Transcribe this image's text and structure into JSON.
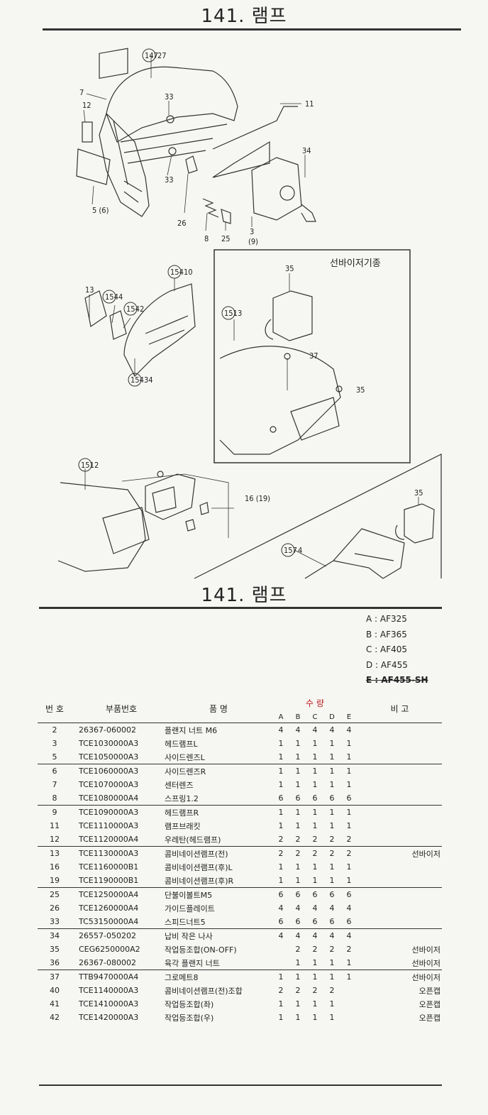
{
  "page": {
    "title": "141. 램프",
    "section_title": "141. 램프"
  },
  "diagram": {
    "inset_label": "선바이저기종",
    "callouts": [
      "147",
      "27",
      "7",
      "12",
      "33",
      "33",
      "11",
      "34",
      "5 (6)",
      "26",
      "8",
      "25",
      "3",
      "(9)",
      "13",
      "154",
      "4",
      "154",
      "2",
      "154",
      "10",
      "154",
      "34",
      "35",
      "151",
      "3",
      "37",
      "35",
      "151",
      "2",
      "16 (19)",
      "35",
      "157",
      "4"
    ]
  },
  "legend": [
    "A : AF325",
    "B : AF365",
    "C : AF405",
    "D : AF455",
    "E : AF455-SH"
  ],
  "table": {
    "headers": {
      "no": "번 호",
      "part_no": "부품번호",
      "name": "품 명",
      "qty": "수 량",
      "remark": "비 고"
    },
    "qty_cols": [
      "A",
      "B",
      "C",
      "D",
      "E"
    ],
    "rows": [
      {
        "no": "2",
        "pn": "26367-060002",
        "name": "플랜지 너트 M6",
        "q": [
          "4",
          "4",
          "4",
          "4",
          "4"
        ],
        "remark": "",
        "grp": true
      },
      {
        "no": "3",
        "pn": "TCE1030000A3",
        "name": "헤드램프L",
        "q": [
          "1",
          "1",
          "1",
          "1",
          "1"
        ],
        "remark": ""
      },
      {
        "no": "5",
        "pn": "TCE1050000A3",
        "name": "사이드렌즈L",
        "q": [
          "1",
          "1",
          "1",
          "1",
          "1"
        ],
        "remark": ""
      },
      {
        "no": "6",
        "pn": "TCE1060000A3",
        "name": "사이드렌즈R",
        "q": [
          "1",
          "1",
          "1",
          "1",
          "1"
        ],
        "remark": "",
        "grp": true
      },
      {
        "no": "7",
        "pn": "TCE1070000A3",
        "name": "센터렌즈",
        "q": [
          "1",
          "1",
          "1",
          "1",
          "1"
        ],
        "remark": ""
      },
      {
        "no": "8",
        "pn": "TCE1080000A4",
        "name": "스프링1.2",
        "q": [
          "6",
          "6",
          "6",
          "6",
          "6"
        ],
        "remark": ""
      },
      {
        "no": "9",
        "pn": "TCE1090000A3",
        "name": "헤드램프R",
        "q": [
          "1",
          "1",
          "1",
          "1",
          "1"
        ],
        "remark": "",
        "grp": true
      },
      {
        "no": "11",
        "pn": "TCE1110000A3",
        "name": "램프브래킷",
        "q": [
          "1",
          "1",
          "1",
          "1",
          "1"
        ],
        "remark": ""
      },
      {
        "no": "12",
        "pn": "TCE1120000A4",
        "name": "우레탄(헤드램프)",
        "q": [
          "2",
          "2",
          "2",
          "2",
          "2"
        ],
        "remark": ""
      },
      {
        "no": "13",
        "pn": "TCE1130000A3",
        "name": "콤비네이션램프(전)",
        "q": [
          "2",
          "2",
          "2",
          "2",
          "2"
        ],
        "remark": "선바이저",
        "grp": true
      },
      {
        "no": "16",
        "pn": "TCE1160000B1",
        "name": "콤비네이션램프(후)L",
        "q": [
          "1",
          "1",
          "1",
          "1",
          "1"
        ],
        "remark": ""
      },
      {
        "no": "19",
        "pn": "TCE1190000B1",
        "name": "콤비네이션램프(후)R",
        "q": [
          "1",
          "1",
          "1",
          "1",
          "1"
        ],
        "remark": ""
      },
      {
        "no": "25",
        "pn": "TCE1250000A4",
        "name": "단불이볼트M5",
        "q": [
          "6",
          "6",
          "6",
          "6",
          "6"
        ],
        "remark": "",
        "grp": true
      },
      {
        "no": "26",
        "pn": "TCE1260000A4",
        "name": "가이드플레이트",
        "q": [
          "4",
          "4",
          "4",
          "4",
          "4"
        ],
        "remark": ""
      },
      {
        "no": "33",
        "pn": "TC53150000A4",
        "name": "스피드너트5",
        "q": [
          "6",
          "6",
          "6",
          "6",
          "6"
        ],
        "remark": ""
      },
      {
        "no": "34",
        "pn": "26557-050202",
        "name": "납비 작은 나사",
        "q": [
          "4",
          "4",
          "4",
          "4",
          "4"
        ],
        "remark": "",
        "grp": true
      },
      {
        "no": "35",
        "pn": "CEG6250000A2",
        "name": "작업등조합(ON-OFF)",
        "q": [
          "",
          "2",
          "2",
          "2",
          "2"
        ],
        "remark": "선바이저"
      },
      {
        "no": "36",
        "pn": "26367-080002",
        "name": "육각 플랜지 너트",
        "q": [
          "",
          "1",
          "1",
          "1",
          "1"
        ],
        "remark": "선바이저"
      },
      {
        "no": "37",
        "pn": "TTB9470000A4",
        "name": "그로메트8",
        "q": [
          "1",
          "1",
          "1",
          "1",
          "1"
        ],
        "remark": "선바이저",
        "grp": true
      },
      {
        "no": "40",
        "pn": "TCE1140000A3",
        "name": "콤비네이션램프(전)조합",
        "q": [
          "2",
          "2",
          "2",
          "2",
          ""
        ],
        "remark": "오픈캡"
      },
      {
        "no": "41",
        "pn": "TCE1410000A3",
        "name": "작업등조합(좌)",
        "q": [
          "1",
          "1",
          "1",
          "1",
          ""
        ],
        "remark": "오픈캡"
      },
      {
        "no": "42",
        "pn": "TCE1420000A3",
        "name": "작업등조합(우)",
        "q": [
          "1",
          "1",
          "1",
          "1",
          ""
        ],
        "remark": "오픈캡"
      }
    ]
  }
}
